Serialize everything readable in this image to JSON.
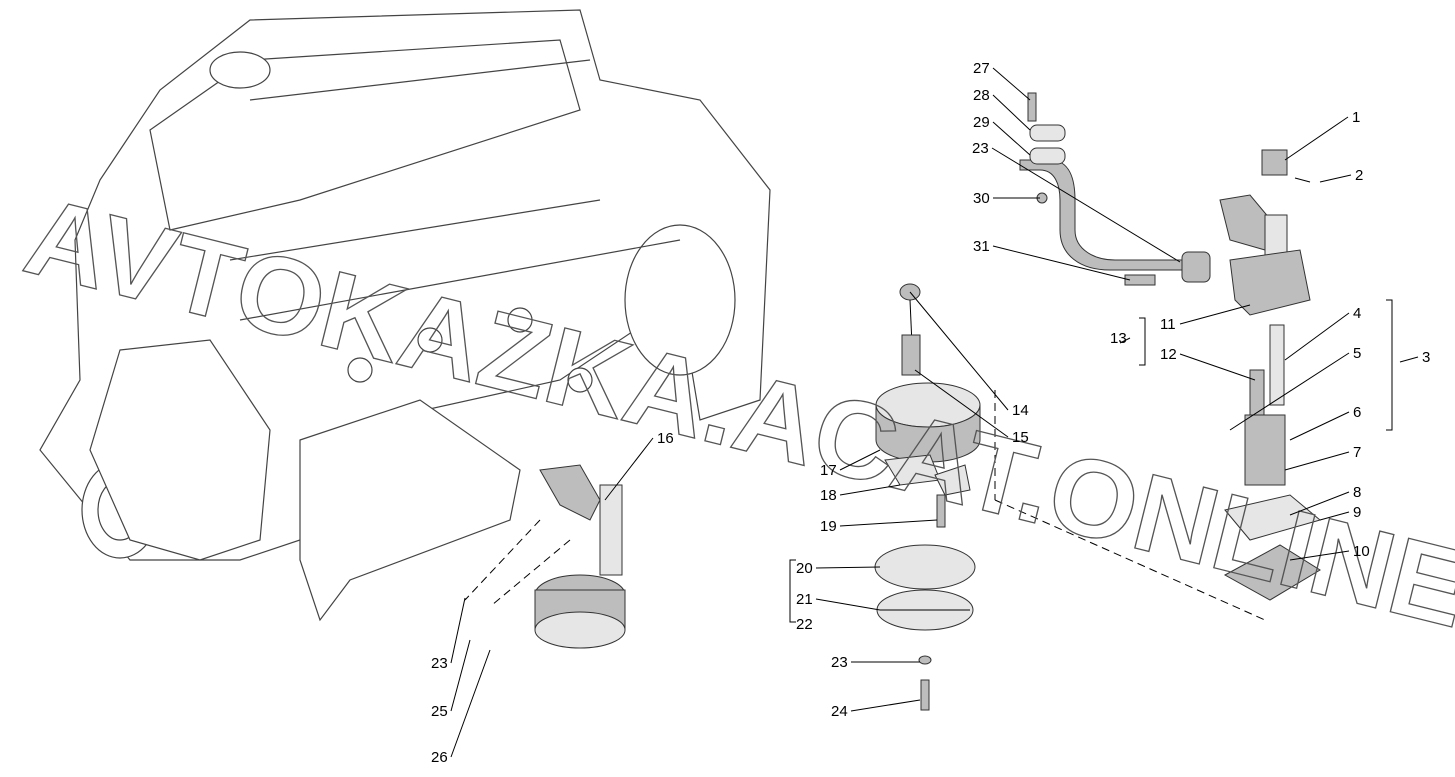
{
  "diagram": {
    "title": "Oil pump assembly exploded view",
    "watermark": "AVTOKAZKA.ACAT.ONLINE",
    "callouts": [
      "1",
      "2",
      "3",
      "4",
      "5",
      "6",
      "7",
      "8",
      "9",
      "10",
      "11",
      "12",
      "13",
      "14",
      "15",
      "16",
      "17",
      "18",
      "19",
      "20",
      "21",
      "22",
      "23",
      "23",
      "23",
      "24",
      "25",
      "26",
      "27",
      "28",
      "29",
      "30",
      "31"
    ]
  }
}
